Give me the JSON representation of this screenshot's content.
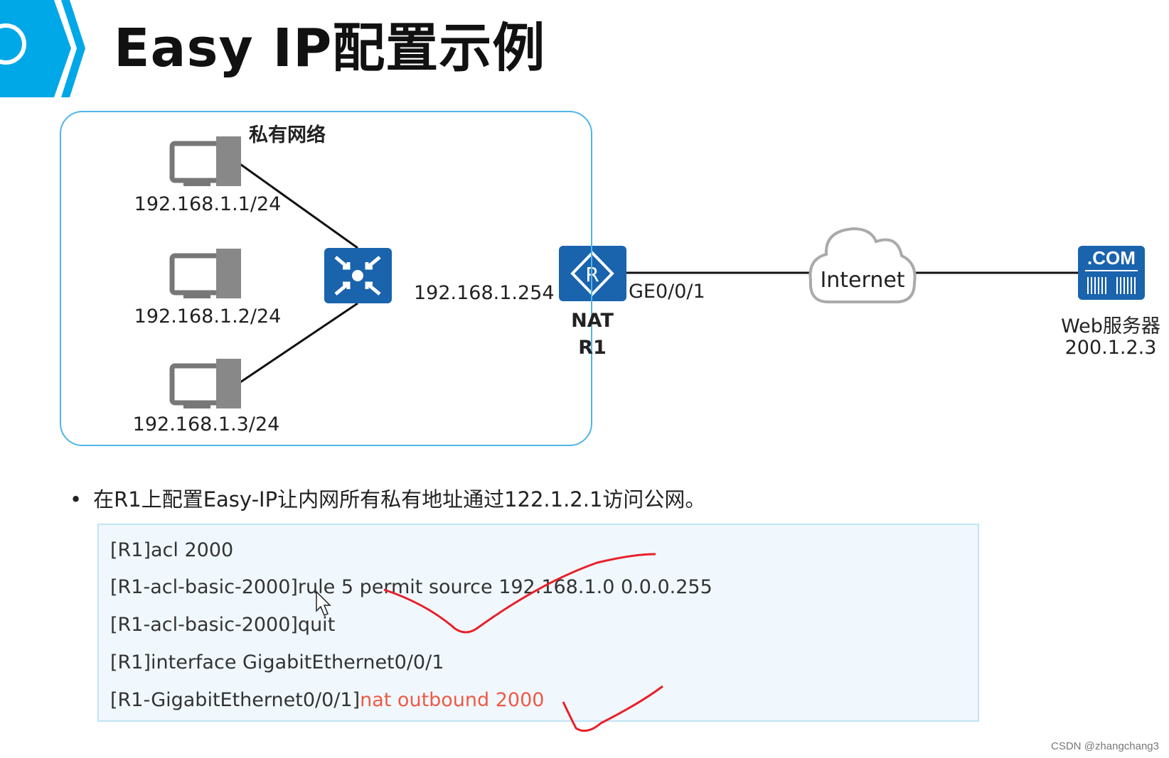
{
  "title": "Easy IP配置示例",
  "diagram": {
    "private_network_label": "私有网络",
    "hosts": [
      {
        "ip": "192.168.1.1/24"
      },
      {
        "ip": "192.168.1.2/24"
      },
      {
        "ip": "192.168.1.3/24"
      }
    ],
    "gateway_ip": "192.168.1.254",
    "router": {
      "role": "NAT",
      "name": "R1",
      "interface": "GE0/0/1",
      "icon_letter": "R"
    },
    "cloud_label": "Internet",
    "server": {
      "badge": ".COM",
      "name": "Web服务器",
      "ip": "200.1.2.3"
    }
  },
  "bullet": "在R1上配置Easy-IP让内网所有私有地址通过122.1.2.1访问公网。",
  "code": {
    "lines": [
      "[R1]acl 2000",
      "[R1-acl-basic-2000]rule 5 permit source 192.168.1.0 0.0.0.255",
      "[R1-acl-basic-2000]quit",
      "[R1]interface GigabitEthernet0/0/1"
    ],
    "last_prefix": "[R1-GigabitEthernet0/0/1]",
    "last_highlight": "nat outbound 2000"
  },
  "watermark": "CSDN @zhangchang3",
  "colors": {
    "accent": "#00a8e8",
    "device": "#1a63ad",
    "highlight": "#ee5a45",
    "annotation": "#e8202a"
  }
}
